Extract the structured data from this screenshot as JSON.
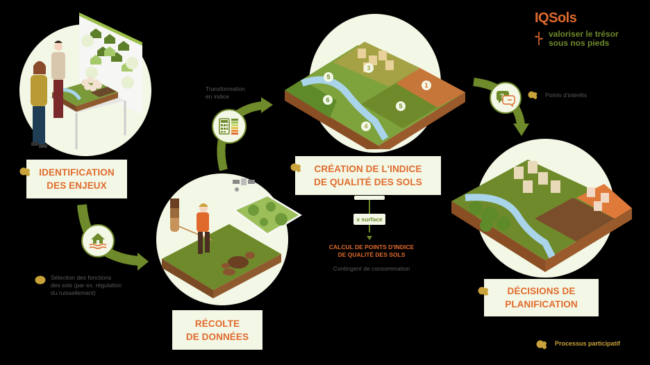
{
  "brand": {
    "name": "IQSols",
    "tagline": "valoriser le trésor\nsous nos pieds",
    "colors": {
      "orange": "#e06a2c",
      "olive": "#6f8a2a",
      "gold": "#c9a23a",
      "cream": "#f3f8e6",
      "grey": "#5a5a5a"
    }
  },
  "legend": {
    "points_of_interest": {
      "icon": "gold-people-icon",
      "label": "Points d'intérêts"
    },
    "participatory": {
      "icon": "gold-people-icon",
      "label": "Processus participatif"
    }
  },
  "steps": [
    {
      "id": "identification",
      "title": "IDENTIFICATION\nDES ENJEUX",
      "illustration": "people-with-model-and-board",
      "participatory": true
    },
    {
      "id": "recolte",
      "title": "RÉCOLTE\nDE DONNÉES",
      "illustration": "worker-digging-soil-with-satellite-map",
      "participatory": false
    },
    {
      "id": "creation",
      "title": "CRÉATION DE L'INDICE\nDE QUALITÉ DES SOLS",
      "illustration": "isometric-land-with-scored-parcels",
      "participatory": true
    },
    {
      "id": "decisions",
      "title": "DÉCISIONS DE\nPLANIFICATION",
      "illustration": "isometric-land-with-planned-development",
      "participatory": true
    }
  ],
  "transitions": {
    "selection": {
      "icon": "flooded-house-icon",
      "text": "Sélection des fonctions\ndes sols (par ex. régulation\ndu ruissellement)"
    },
    "transformation": {
      "icon": "calculator-index-icon",
      "text": "Transformation\nen indice"
    },
    "interests": {
      "icon": "question-speech-bubbles-icon"
    }
  },
  "calculation": {
    "multiplier_label": "x surface",
    "result_title": "CALCUL DE POINTS D'INDICE\nDE QUALITÉ DES SOLS",
    "result_subtitle": "Contingent de consommation"
  },
  "parcel_scores": [
    "5",
    "3",
    "1",
    "6",
    "5",
    "4"
  ]
}
